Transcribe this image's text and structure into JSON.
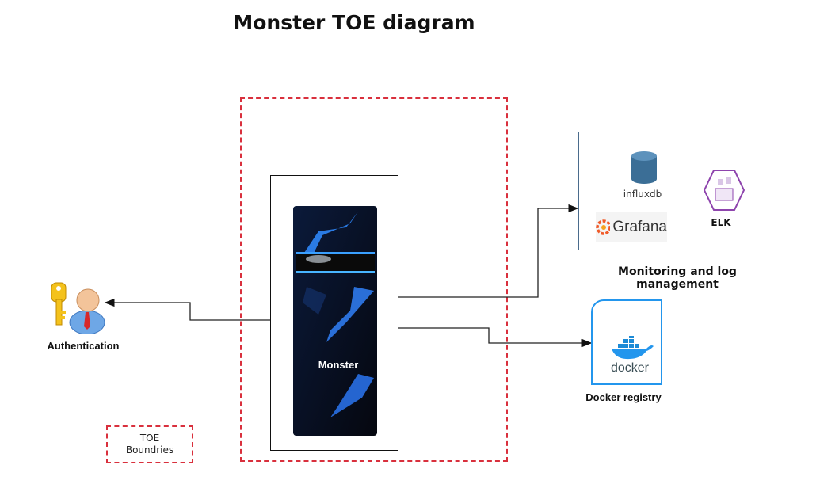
{
  "title": "Monster TOE diagram",
  "nodes": {
    "monster": {
      "label": "Monster"
    },
    "authentication": {
      "label": "Authentication"
    },
    "monitoring": {
      "label": "Monitoring and log management",
      "items": {
        "influxdb": {
          "label": "influxdb"
        },
        "grafana": {
          "label": "Grafana"
        },
        "elk": {
          "label": "ELK"
        }
      }
    },
    "docker_registry": {
      "label": "Docker registry",
      "logo_text": "docker"
    }
  },
  "legend": {
    "line1": "TOE",
    "line2": "Boundries"
  },
  "edges": [
    {
      "from": "Monster",
      "to": "Authentication"
    },
    {
      "from": "Monster",
      "to": "Monitoring and log management"
    },
    {
      "from": "Monster",
      "to": "Docker registry"
    }
  ],
  "colors": {
    "boundary": "#d9303d",
    "docker_blue": "#2396ed",
    "influx_blue": "#3b6e96",
    "elk_purple": "#8e44ad",
    "grafana_orange": "#f05a28"
  }
}
